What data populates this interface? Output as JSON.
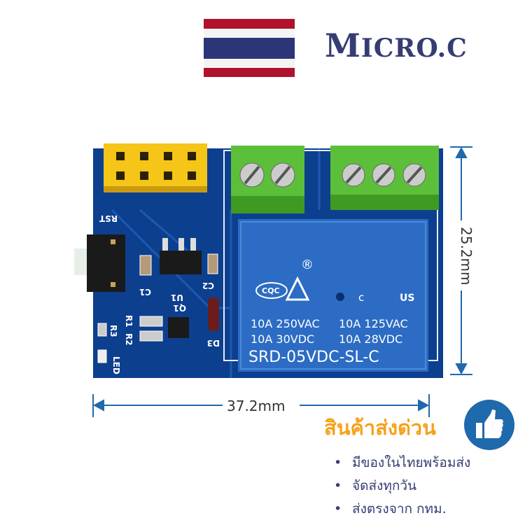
{
  "brand": {
    "name_first": "M",
    "name_rest": "ICRO.C",
    "flag": "thailand-flag"
  },
  "board": {
    "silkscreen": {
      "rst": "RST",
      "c1": "C1",
      "c2": "C2",
      "u1": "U1",
      "q1": "Q1",
      "r1": "R1",
      "r2": "R2",
      "r3": "R3",
      "d3": "D3",
      "led": "LED"
    },
    "relay": {
      "registered": "®",
      "cqc": "CQC",
      "ul_c": "c",
      "ul_us": "US",
      "rating_1a": "10A 250VAC",
      "rating_1b": "10A 125VAC",
      "rating_2a": "10A 30VDC",
      "rating_2b": "10A 28VDC",
      "model": "SRD-05VDC-SL-C"
    },
    "colors": {
      "pcb": "#0d3f8f",
      "header": "#f5c518",
      "terminal": "#5cbf3a",
      "relay": "#2c6cc4"
    }
  },
  "dimensions": {
    "height": "25.2mm",
    "width": "37.2mm",
    "color": "#1f69ad"
  },
  "promo": {
    "headline": "สินค้าส่งด่วน",
    "icon": "thumbs-up-icon",
    "features": [
      "มีของในไทยพร้อมส่ง",
      "จัดส่งทุกวัน",
      "ส่งตรงจาก กทม."
    ]
  }
}
